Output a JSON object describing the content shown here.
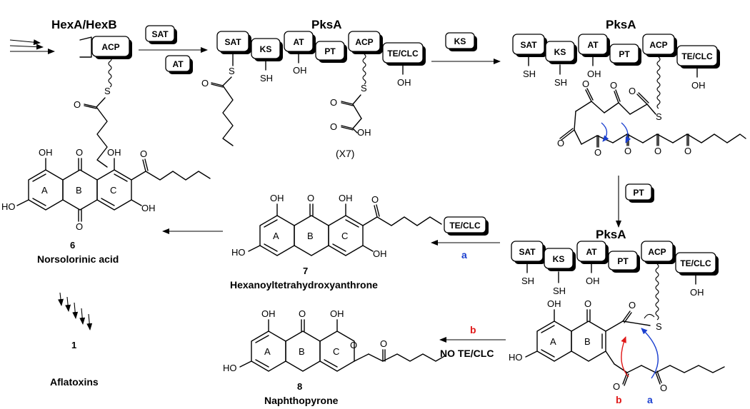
{
  "colors": {
    "path_a": "#1a3fcf",
    "path_b": "#e01818",
    "ink": "#000000"
  },
  "titles": {
    "hexab": "HexA/HexB",
    "pksa_1": "PksA",
    "pksa_2": "PksA",
    "pksa_3": "PksA"
  },
  "domains": {
    "acp": "ACP",
    "sat": "SAT",
    "ks": "KS",
    "at": "AT",
    "pt": "PT",
    "te_clc": "TE/CLC"
  },
  "step_labels": {
    "sat": "SAT",
    "at": "AT",
    "ks": "KS",
    "pt": "PT",
    "te_clc": "TE/CLC",
    "path_a": "a",
    "path_b": "b",
    "no_te_clc": "NO TE/CLC"
  },
  "atoms": {
    "o": "O",
    "s": "S",
    "sh": "SH",
    "oh": "OH",
    "ho": "HO"
  },
  "malonyl_repeat": "(X7)",
  "rings": {
    "a": "A",
    "b": "B",
    "c": "C"
  },
  "compounds": {
    "c6": {
      "number": "6",
      "name": "Norsolorinic acid"
    },
    "c7": {
      "number": "7",
      "name": "Hexanoyltetrahydroxyanthrone"
    },
    "c8": {
      "number": "8",
      "name": "Naphthopyrone"
    },
    "c1": {
      "number": "1",
      "name": "Aflatoxins"
    }
  },
  "arrow_labels": {
    "pathway_a": "a",
    "pathway_b": "b"
  }
}
